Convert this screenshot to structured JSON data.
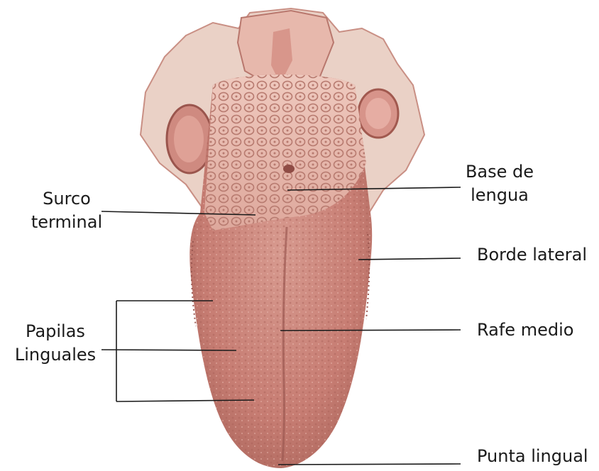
{
  "labels": {
    "surco": [
      "Surco",
      "terminal"
    ],
    "papilas": [
      "Papilas",
      "Linguales"
    ],
    "base": [
      "Base de",
      "lengua"
    ],
    "borde": "Borde lateral",
    "rafe": "Rafe medio",
    "punta": "Punta lingual"
  },
  "colors": {
    "background": "#ffffff",
    "tongue_body": "#c77d73",
    "tongue_dark": "#a95f57",
    "tongue_light": "#e3a79c",
    "base_papillae": "#e4b3a8",
    "tissue_light": "#ead1c6",
    "leader_line": "#1a1a1a",
    "label_text": "#1a1a1a"
  }
}
